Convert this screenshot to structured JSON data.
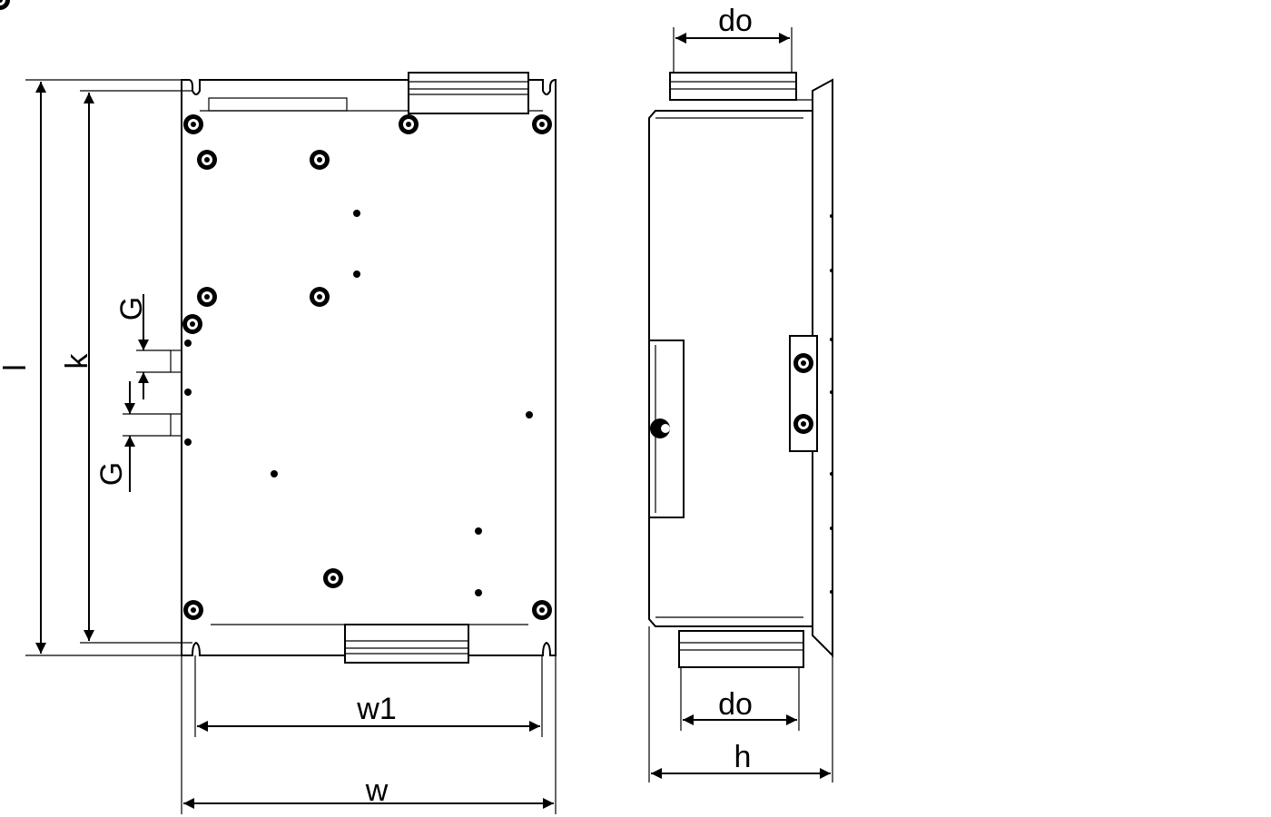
{
  "diagram": {
    "front_view": {
      "dimensions": {
        "overall_length": "l",
        "mounting_length": "k",
        "gap_top": "G",
        "gap_bottom": "G",
        "mounting_width": "w1",
        "overall_width": "w"
      }
    },
    "side_view": {
      "dimensions": {
        "duct_outlet_top": "do",
        "duct_outlet_bottom": "do",
        "height": "h"
      }
    },
    "colors": {
      "line": "#000000",
      "background": "#ffffff"
    }
  }
}
